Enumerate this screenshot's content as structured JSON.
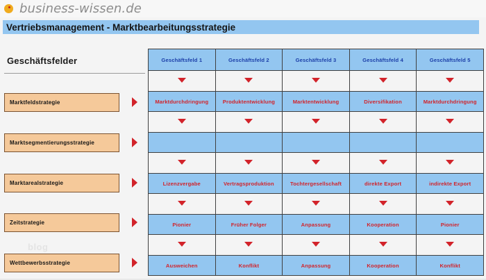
{
  "brand": {
    "name": "business-wissen.de",
    "logo_icon": "orange-circle-logo",
    "dot_color": "#f0ab1e"
  },
  "title": {
    "text": "Vertriebsmanagement - Marktbearbeitungsstrategie",
    "background": "#93c6f0"
  },
  "watermark": {
    "text": "blog"
  },
  "left_heading": "Geschäftsfelder",
  "columns": [
    {
      "label": "Geschäftsfeld 1"
    },
    {
      "label": "Geschäftsfeld 2"
    },
    {
      "label": "Geschäftsfeld 3"
    },
    {
      "label": "Geschäftsfeld 4"
    },
    {
      "label": "Geschäftsfeld 5"
    }
  ],
  "rows": [
    {
      "label": "Marktfeldstrategie",
      "cells": [
        "Marktdurchdringung",
        "Produktentwicklung",
        "Marktentwicklung",
        "Diversifikation",
        "Marktdurchdringung"
      ]
    },
    {
      "label": "Marktsegmentierungsstrategie",
      "cells": [
        "",
        "",
        "",
        "",
        ""
      ]
    },
    {
      "label": "Marktarealstrategie",
      "cells": [
        "Lizenzvergabe",
        "Vertragsproduktion",
        "Tochtergesellschaft",
        "direkte Export",
        "indirekte Export"
      ]
    },
    {
      "label": "Zeitstrategie",
      "cells": [
        "Pionier",
        "Früher Folger",
        "Anpassung",
        "Kooperation",
        "Pionier"
      ]
    },
    {
      "label": "Wettbewerbsstrategie",
      "cells": [
        "Ausweichen",
        "Konflikt",
        "Anpassung",
        "Kooperation",
        "Konflikt"
      ]
    }
  ],
  "colors": {
    "cell_blue": "#93c6f0",
    "label_orange": "#f5c99a",
    "accent_red": "#d2232a",
    "header_text_blue": "#1b3ea8"
  },
  "icons": {
    "arrow_down": "arrow-down-icon",
    "arrow_right": "arrow-right-icon"
  }
}
